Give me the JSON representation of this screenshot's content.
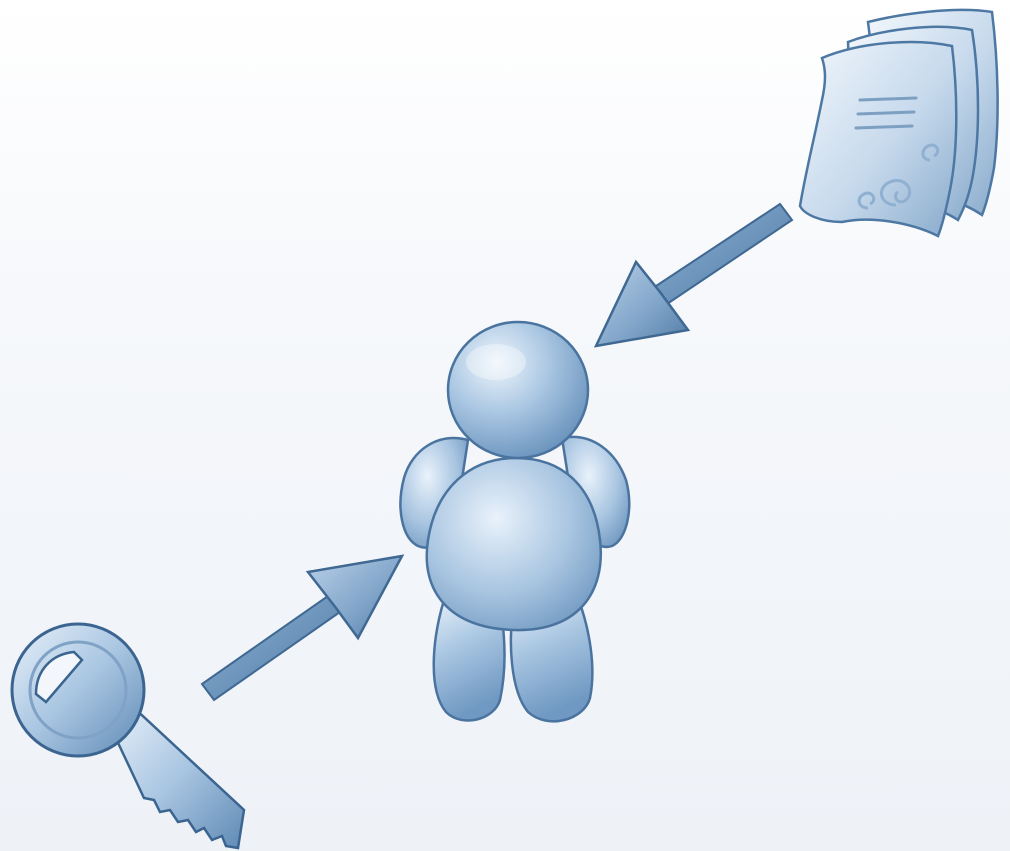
{
  "diagram": {
    "nodes": [
      {
        "id": "documents",
        "icon": "documents-icon"
      },
      {
        "id": "user",
        "icon": "user-icon"
      },
      {
        "id": "key",
        "icon": "key-icon"
      }
    ],
    "edges": [
      {
        "from": "documents",
        "to": "user",
        "icon": "arrow-icon"
      },
      {
        "from": "key",
        "to": "user",
        "icon": "arrow-icon"
      }
    ],
    "colors": {
      "background_top": "#ffffff",
      "background_bottom": "#eef2f7",
      "icon_light": "#dbe8f5",
      "icon_mid": "#9cbad8",
      "icon_dark": "#4f7aa6",
      "outline": "#3a5f86"
    }
  }
}
